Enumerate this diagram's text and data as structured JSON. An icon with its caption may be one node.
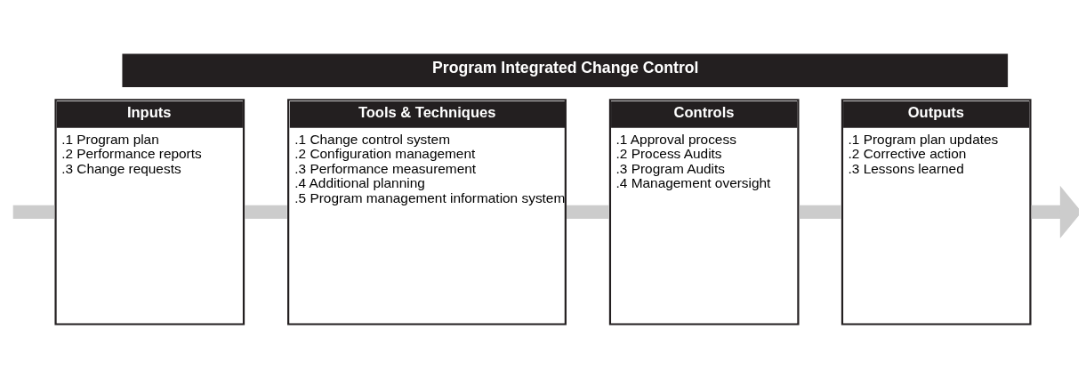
{
  "diagram": {
    "nodes": [
      {
        "text": [
          "Program Integrated Change Control"
        ]
      },
      {
        "text": [
          "Inputs",
          ".1 Program plan",
          ".2 Performance reports",
          ".3 Change requests"
        ]
      },
      {
        "text": [
          "Tools & Techniques",
          ".1 Change control system",
          ".2 Configuration management",
          ".3 Performance measurement",
          ".4 Additional planning",
          ".5 Program management information system"
        ]
      },
      {
        "text": [
          "Controls",
          ".1 Approval process",
          ".2 Process Audits",
          ".3 Program Audits",
          ".4 Management oversight"
        ]
      },
      {
        "text": [
          "Outputs",
          ".1 Program plan updates",
          ".2 Corrective action",
          ".3 Lessons learned"
        ]
      }
    ],
    "edges": [
      {
        "from": null,
        "to": 1,
        "arrow": "none"
      },
      {
        "from": 1,
        "to": 2,
        "arrow": "none"
      },
      {
        "from": 2,
        "to": 3,
        "arrow": "none"
      },
      {
        "from": 3,
        "to": 4,
        "arrow": "none"
      },
      {
        "from": 4,
        "to": null,
        "arrow": "to"
      }
    ]
  }
}
